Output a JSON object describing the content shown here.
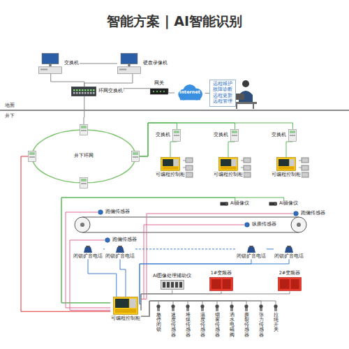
{
  "diagram": {
    "title": "智能方案 | AI智能识别",
    "nodes": [
      {
        "text": [
          "交换机"
        ]
      },
      {
        "text": [
          "硬盘录像机"
        ]
      },
      {
        "text": [
          "环网交换机"
        ]
      },
      {
        "text": [
          "网关"
        ]
      },
      {
        "text": [
          "Internet"
        ]
      },
      {
        "text": [
          "远程维护",
          "故障诊断",
          "远程更新",
          "远程管理"
        ]
      },
      {
        "text": [
          "井下环网"
        ]
      },
      {
        "text": [
          "交换机"
        ]
      },
      {
        "text": [
          "可编程控制柜"
        ]
      },
      {
        "text": [
          "交换机"
        ]
      },
      {
        "text": [
          "可编程控制柜"
        ]
      },
      {
        "text": [
          "交换机"
        ]
      },
      {
        "text": [
          "可编程控制柜"
        ]
      },
      {
        "text": [
          "AI摄像仪"
        ]
      },
      {
        "text": [
          "AI摄像仪"
        ]
      },
      {
        "text": [
          "跑偏传感器"
        ]
      },
      {
        "text": [
          "跑偏传感器"
        ]
      },
      {
        "text": [
          "纵撕传感器"
        ]
      },
      {
        "text": [
          "跑偏传感器"
        ]
      },
      {
        "text": [
          "闭锁扩音电话"
        ]
      },
      {
        "text": [
          "闭锁扩音电话"
        ]
      },
      {
        "text": [
          "闭锁扩音电话"
        ]
      },
      {
        "text": [
          "闭锁扩音电话"
        ]
      },
      {
        "text": [
          "AI图像处理辅助仪"
        ]
      },
      {
        "text": [
          "1#变频器"
        ]
      },
      {
        "text": [
          "2#变频器"
        ]
      },
      {
        "text": [
          "可编程控制柜"
        ]
      },
      {
        "text": [
          "急停闭锁"
        ]
      },
      {
        "text": [
          "速度传感器"
        ]
      },
      {
        "text": [
          "堆煤传感器"
        ]
      },
      {
        "text": [
          "温度传感器"
        ]
      },
      {
        "text": [
          "烟雾传感器"
        ]
      },
      {
        "text": [
          "洒水电磁阀"
        ]
      },
      {
        "text": [
          "撕裂传感器"
        ]
      },
      {
        "text": [
          "张力传感器"
        ]
      },
      {
        "text": [
          "拉绳开关"
        ]
      }
    ],
    "edges": [
      {
        "from": 0,
        "to": 1,
        "arrow": "none"
      },
      {
        "from": 0,
        "to": 2,
        "arrow": "none"
      },
      {
        "from": 1,
        "to": 2,
        "arrow": "none"
      },
      {
        "from": 2,
        "to": 3,
        "arrow": "none"
      },
      {
        "from": 3,
        "to": 4,
        "arrow": "none"
      },
      {
        "from": 4,
        "to": 5,
        "arrow": "none"
      },
      {
        "from": 2,
        "to": 6,
        "arrow": "none"
      },
      {
        "from": 6,
        "to": 7,
        "arrow": "none"
      },
      {
        "from": 6,
        "to": 9,
        "arrow": "none"
      },
      {
        "from": 6,
        "to": 11,
        "arrow": "none"
      },
      {
        "from": 7,
        "to": 8,
        "arrow": "none"
      },
      {
        "from": 9,
        "to": 10,
        "arrow": "none"
      },
      {
        "from": 11,
        "to": 12,
        "arrow": "none"
      },
      {
        "from": 26,
        "to": 13,
        "arrow": "none"
      },
      {
        "from": 26,
        "to": 14,
        "arrow": "none"
      },
      {
        "from": 26,
        "to": 15,
        "arrow": "none"
      },
      {
        "from": 26,
        "to": 18,
        "arrow": "none"
      },
      {
        "from": 26,
        "to": 17,
        "arrow": "none"
      },
      {
        "from": 26,
        "to": 16,
        "arrow": "none"
      },
      {
        "from": 26,
        "to": 19,
        "arrow": "none"
      },
      {
        "from": 26,
        "to": 20,
        "arrow": "none"
      },
      {
        "from": 26,
        "to": 21,
        "arrow": "none"
      },
      {
        "from": 26,
        "to": 22,
        "arrow": "none"
      },
      {
        "from": 19,
        "to": 20,
        "arrow": "none"
      },
      {
        "from": 20,
        "to": 21,
        "arrow": "none"
      },
      {
        "from": 21,
        "to": 22,
        "arrow": "none"
      },
      {
        "from": 26,
        "to": 23,
        "arrow": "none"
      },
      {
        "from": 26,
        "to": 24,
        "arrow": "none"
      },
      {
        "from": 26,
        "to": 25,
        "arrow": "none"
      },
      {
        "from": 26,
        "to": 27,
        "arrow": "none"
      },
      {
        "from": 26,
        "to": 28,
        "arrow": "none"
      },
      {
        "from": 26,
        "to": 29,
        "arrow": "none"
      },
      {
        "from": 26,
        "to": 30,
        "arrow": "none"
      },
      {
        "from": 26,
        "to": 31,
        "arrow": "none"
      },
      {
        "from": 26,
        "to": 32,
        "arrow": "none"
      },
      {
        "from": 26,
        "to": 33,
        "arrow": "none"
      },
      {
        "from": 26,
        "to": 34,
        "arrow": "none"
      },
      {
        "from": 26,
        "to": 35,
        "arrow": "none"
      },
      {
        "from": 6,
        "to": 26,
        "arrow": "none"
      }
    ],
    "labels": [
      "地面",
      "井下"
    ]
  }
}
